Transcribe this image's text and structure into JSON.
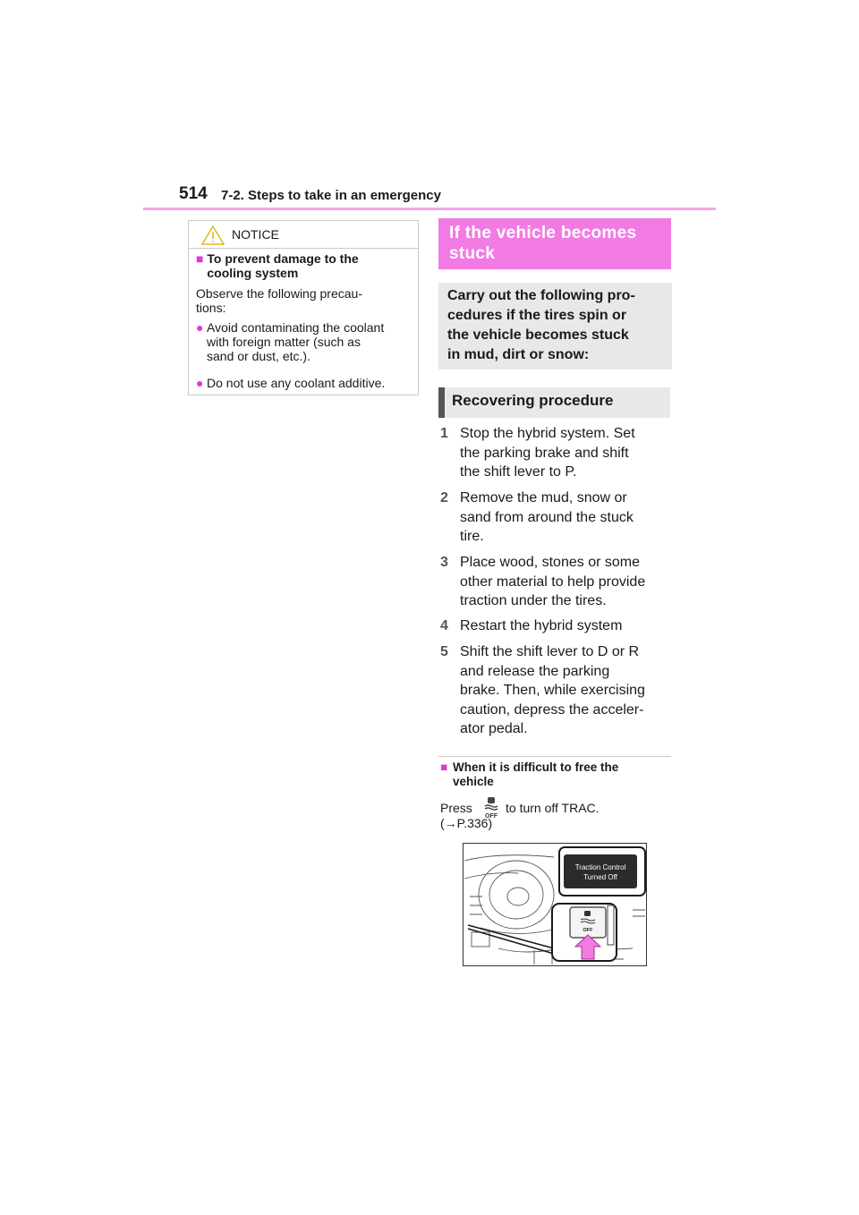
{
  "header": {
    "page_number": "514",
    "section_title": "7-2. Steps to take in an emergency"
  },
  "notice": {
    "label": "NOTICE",
    "icon": "warning-triangle-icon",
    "heading_marker": "■",
    "heading": "To prevent damage to the cooling system",
    "intro_line1": "Observe the following precau-",
    "intro_line2": "tions:",
    "bullet_marker": "●",
    "bullets": [
      {
        "line1": "Avoid contaminating the coolant",
        "line2": "with foreign matter (such as",
        "line3": "sand or dust, etc.)."
      },
      {
        "line1": "Do not use any coolant additive."
      }
    ]
  },
  "stuck": {
    "heading_line1": "If the vehicle becomes",
    "heading_line2": "stuck",
    "intro_line1": "Carry out the following pro-",
    "intro_line2": "cedures if the tires spin or",
    "intro_line3": "the vehicle becomes stuck",
    "intro_line4": "in mud, dirt or snow:",
    "procedure_heading": "Recovering procedure",
    "steps": [
      {
        "num": "1",
        "line1": "Stop the hybrid system. Set",
        "line2": "the parking brake and shift",
        "line3": "the shift lever to P."
      },
      {
        "num": "2",
        "line1": "Remove the mud, snow or",
        "line2": "sand from around the stuck",
        "line3": "tire."
      },
      {
        "num": "3",
        "line1": "Place wood, stones or some",
        "line2": "other material to help provide",
        "line3": "traction under the tires."
      },
      {
        "num": "4",
        "line1": "Restart the hybrid system"
      },
      {
        "num": "5",
        "line1": "Shift the shift lever to D or R",
        "line2": "and release the parking",
        "line3": "brake. Then, while exercising",
        "line4": "caution, depress the acceler-",
        "line5": "ator pedal."
      }
    ]
  },
  "difficult": {
    "marker": "■",
    "heading_line1": "When it is difficult to free the",
    "heading_line2": "vehicle",
    "press": "Press",
    "trac_icon": "traction-control-off-icon",
    "trac_icon_label": "OFF",
    "after": "to turn off TRAC.",
    "ref": "(→P.336)"
  },
  "figure": {
    "display_line1": "Traction Control",
    "display_line2": "Turned Off",
    "switch_label": "OFF",
    "accent_color": "#f27be3"
  },
  "colors": {
    "accent": "#f27be3",
    "marker": "#e23ad3",
    "header_rule": "#f0a6e6",
    "gray_box": "#e8e8e8"
  }
}
